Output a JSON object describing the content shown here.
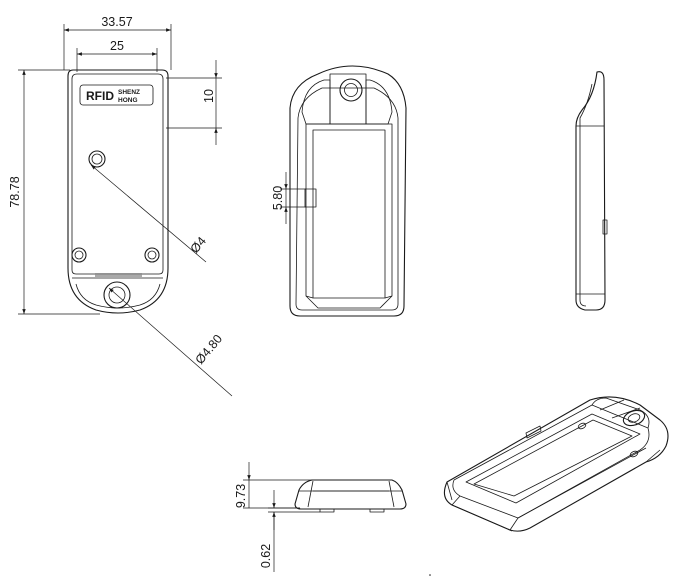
{
  "dimensions": {
    "overall_width": "33.57",
    "inner_width": "25",
    "label_height": "10",
    "overall_height": "78.78",
    "hole_small": "Ø4",
    "hole_large": "Ø4.80",
    "slot_width": "5.80",
    "body_thickness": "9.73",
    "base_offset": "0.62"
  },
  "logo": {
    "left_text": "RFID",
    "right_text_top": "SHENZ",
    "right_text_bottom": "HONG"
  }
}
